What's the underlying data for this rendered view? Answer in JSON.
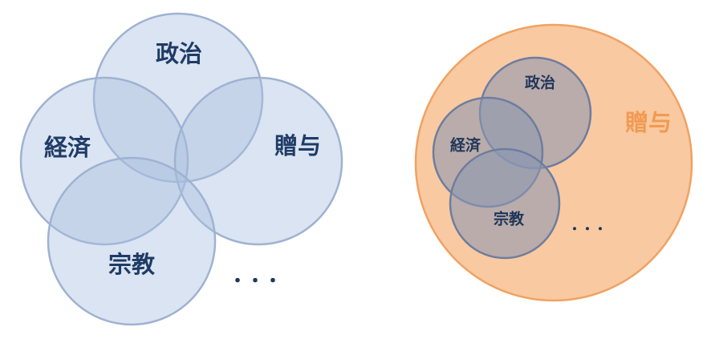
{
  "left_diagram": {
    "circles": [
      {
        "id": "politics",
        "label": "政治"
      },
      {
        "id": "economy",
        "label": "経済"
      },
      {
        "id": "gift",
        "label": "贈与"
      },
      {
        "id": "religion",
        "label": "宗教"
      }
    ],
    "ellipsis": "・・・",
    "fill_color": "#a9bfdf",
    "stroke_color": "#9fb2d1"
  },
  "right_diagram": {
    "container_label": "贈与",
    "container_fill": "#f9c9a1",
    "container_stroke": "#f0a263",
    "circles": [
      {
        "id": "politics",
        "label": "政治"
      },
      {
        "id": "economy",
        "label": "経済"
      },
      {
        "id": "religion",
        "label": "宗教"
      }
    ],
    "ellipsis": "・・・",
    "fill_color": "#8c97b2",
    "stroke_color": "#6e7d9f"
  }
}
